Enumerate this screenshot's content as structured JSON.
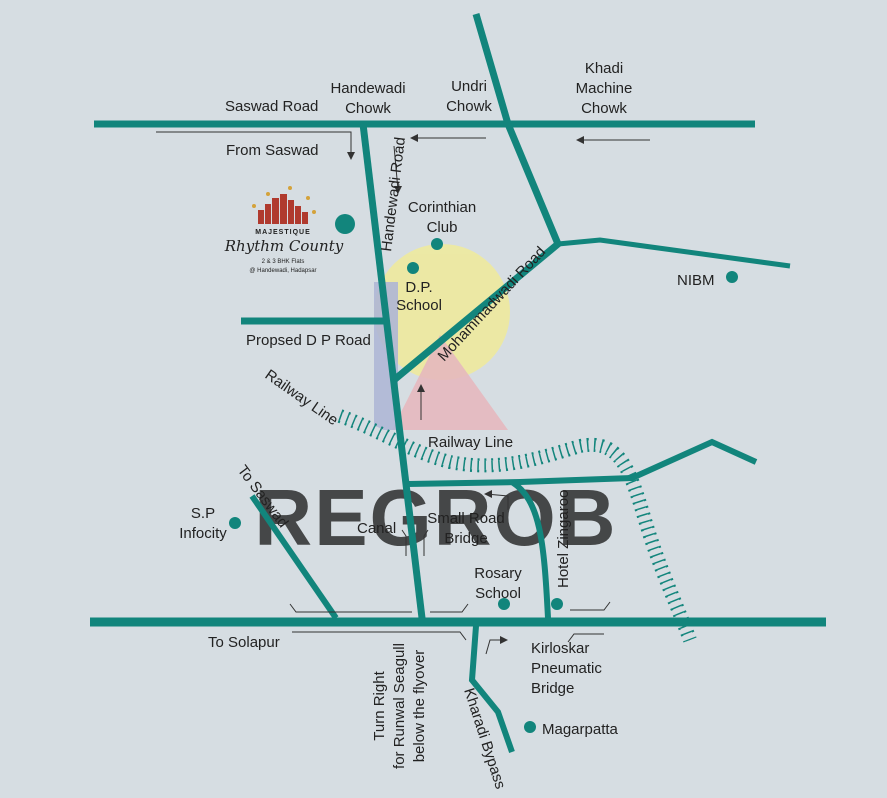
{
  "colors": {
    "background": "#d6dde2",
    "road": "#12857c",
    "label": "#222222",
    "watermark_text": "#9ea4cc",
    "watermark_yellow": "#f0eb9a",
    "watermark_pink": "#e8b3b8",
    "watermark_blue": "#a8b0d4",
    "logo_red": "#b03a2e",
    "logo_gold": "#d4a23a"
  },
  "watermark": {
    "text": "REGROB"
  },
  "logo": {
    "name": "MAJESTIQUE",
    "tagline": "Rhythm County",
    "subtitle_1": "2 & 3 BHK Flats",
    "subtitle_2": "@ Handewadi, Hadapsar"
  },
  "roads": {
    "saswad_road": "Saswad Road",
    "from_saswad": "From Saswad",
    "handewadi_road": "Handewadi Road",
    "mohammadwadi_road": "Mohammadwadi Road",
    "proposed_dp_road": "Propsed D P Road",
    "railway_line_1": "Railway Line",
    "railway_line_2": "Railway Line",
    "to_saswad": "To Saswad",
    "to_solapur": "To Solapur",
    "kharadi_bypass": "Kharadi Bypass"
  },
  "chowks": {
    "handewadi_l1": "Handewadi",
    "handewadi_l2": "Chowk",
    "undri_l1": "Undri",
    "undri_l2": "Chowk",
    "khadi_l1": "Khadi",
    "khadi_l2": "Machine",
    "khadi_l3": "Chowk"
  },
  "places": {
    "corinthian_l1": "Corinthian",
    "corinthian_l2": "Club",
    "dp_school_l1": "D.P.",
    "dp_school_l2": "School",
    "nibm": "NIBM",
    "sp_infocity_l1": "S.P",
    "sp_infocity_l2": "Infocity",
    "canal": "Canal",
    "small_road_bridge_l1": "Small Road",
    "small_road_bridge_l2": "Bridge",
    "hotel_zingaroo": "Hotel Zingaroo",
    "rosary_school_l1": "Rosary",
    "rosary_school_l2": "School",
    "kirloskar_l1": "Kirloskar",
    "kirloskar_l2": "Pneumatic",
    "kirloskar_l3": "Bridge",
    "magarpatta": "Magarpatta"
  },
  "directions": {
    "turn_right_l1": "Turn Right",
    "turn_right_l2": "for Runwal Seagull",
    "turn_right_l3": "below the flyover"
  }
}
